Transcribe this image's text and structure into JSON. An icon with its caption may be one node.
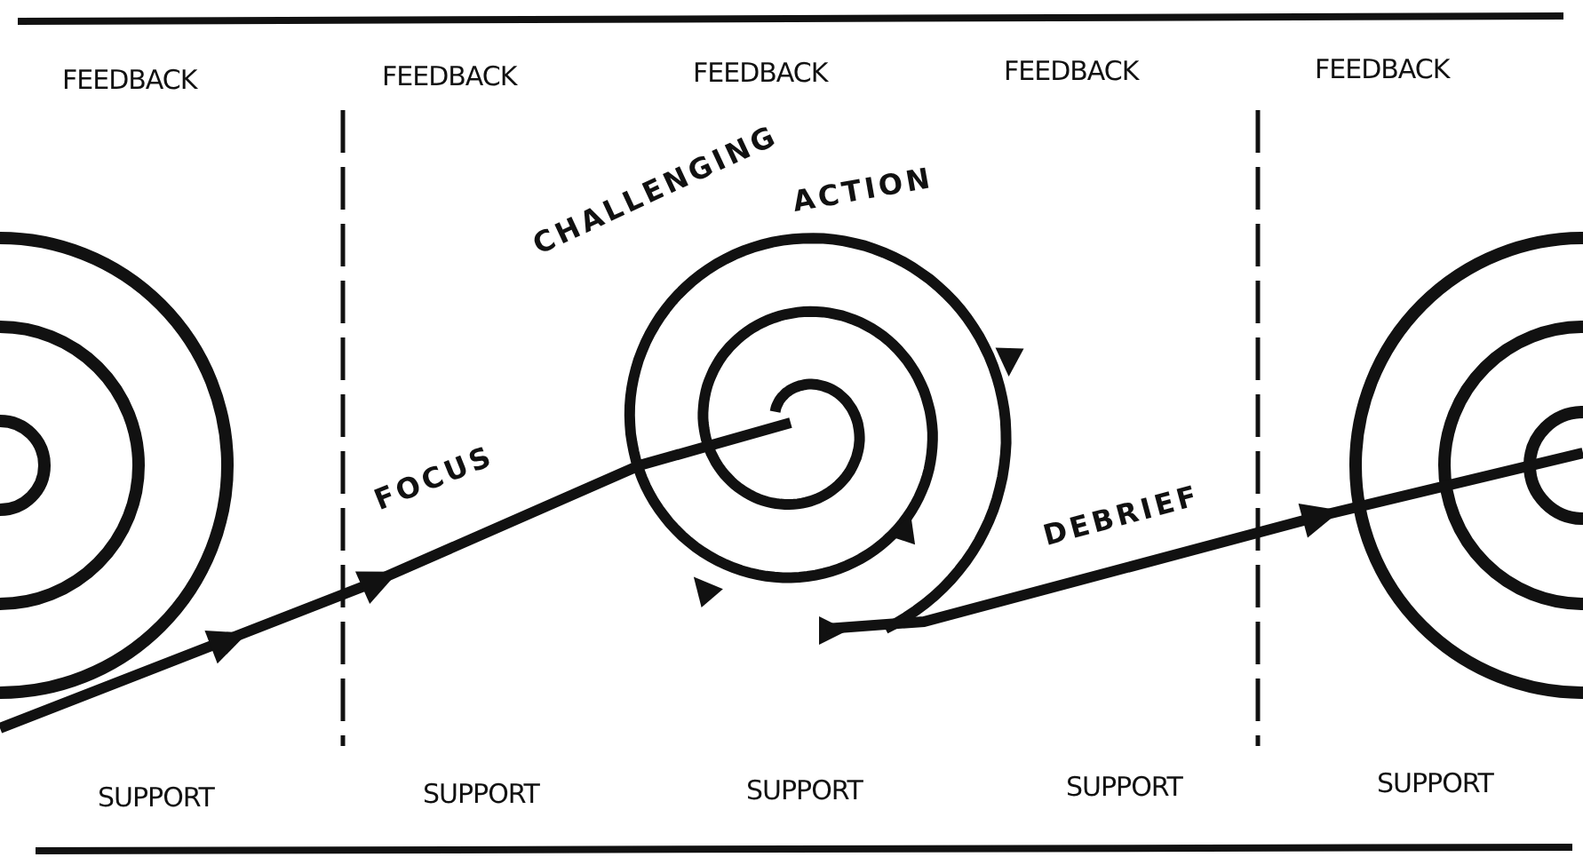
{
  "diagram": {
    "labels": [
      "FEEDBACK",
      "FEEDBACK",
      "FEEDBACK",
      "FEEDBACK",
      "FEEDBACK",
      "CHALLENGING",
      "ACTION",
      "FOCUS",
      "DEBRIEF",
      "SUPPORT",
      "SUPPORT",
      "SUPPORT",
      "SUPPORT",
      "SUPPORT"
    ]
  }
}
